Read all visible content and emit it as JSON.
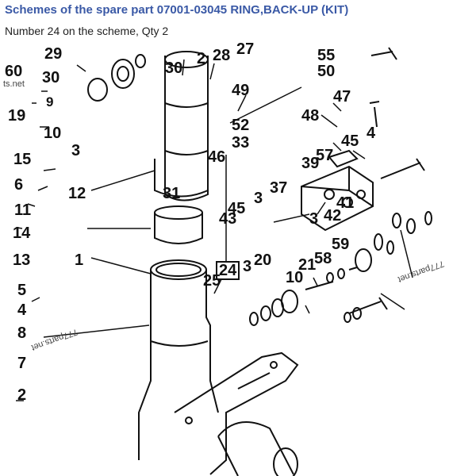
{
  "header": {
    "title": "Schemes of the spare part 07001-03045 RING,BACK-UP (KIT)",
    "subtitle": "Number 24 on the scheme, Qty 2"
  },
  "scheme": {
    "labels": [
      "29",
      "60",
      "30",
      "9",
      "19",
      "10",
      "3",
      "15",
      "6",
      "12",
      "11",
      "14",
      "13",
      "1",
      "5",
      "4",
      "8",
      "7",
      "2",
      "30",
      "31",
      "2",
      "28",
      "27",
      "49",
      "46",
      "52",
      "33",
      "45",
      "43",
      "3",
      "37",
      "24",
      "25",
      "3",
      "20",
      "55",
      "50",
      "47",
      "48",
      "45",
      "4",
      "57",
      "39",
      "41",
      "42",
      "3",
      "21",
      "58",
      "59",
      "10"
    ],
    "watermarks": [
      "777parts.net",
      "777parts.net",
      "ts.net"
    ],
    "highlight": "24"
  }
}
